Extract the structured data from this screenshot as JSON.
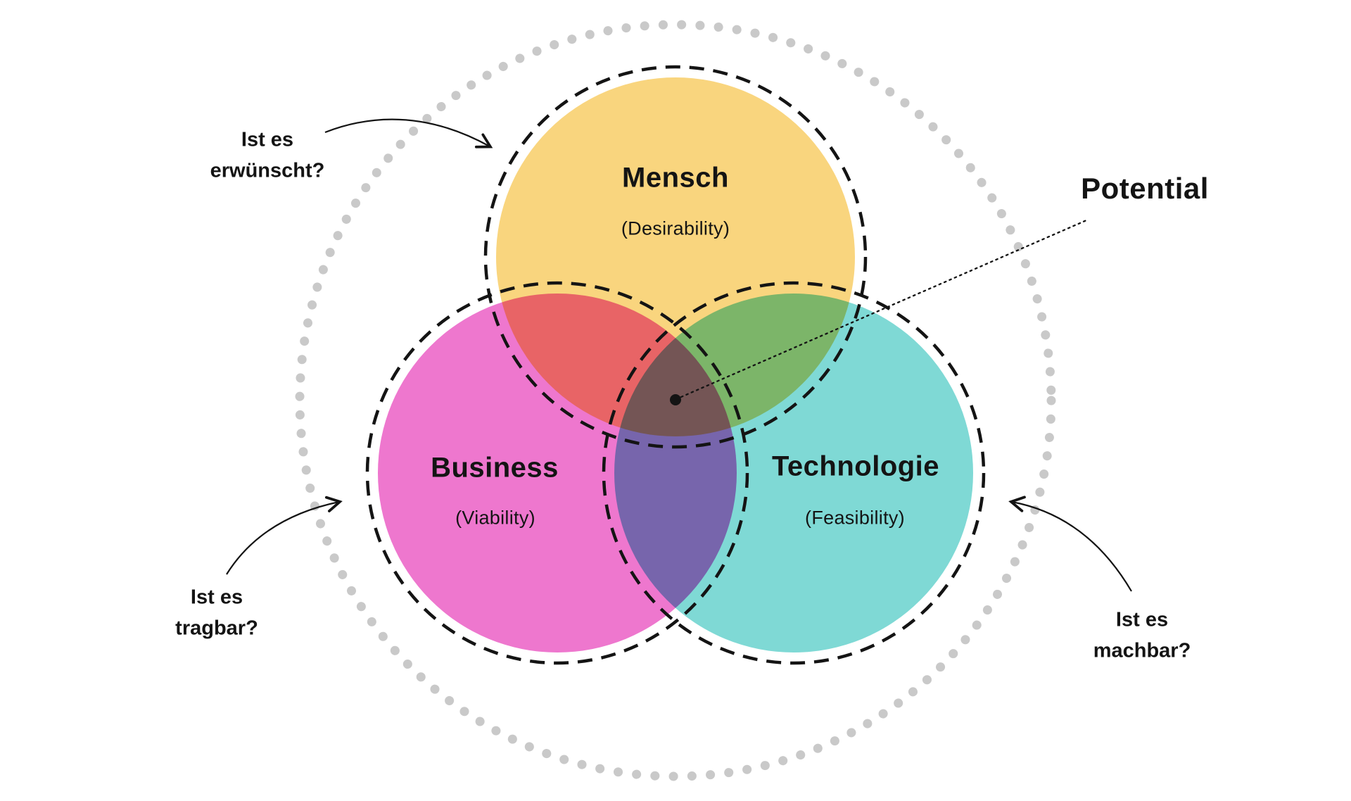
{
  "diagram": {
    "potential_label": "Potential",
    "circles": [
      {
        "name": "Mensch",
        "subtitle": "(Desirability)",
        "color": "#F9D57E"
      },
      {
        "name": "Business",
        "subtitle": "(Viability)",
        "color": "#EE77CE"
      },
      {
        "name": "Technologie",
        "subtitle": "(Feasibility)",
        "color": "#7FD9D5"
      }
    ],
    "questions": [
      {
        "line1": "Ist es",
        "line2": "erwünscht?"
      },
      {
        "line1": "Ist es",
        "line2": "tragbar?"
      },
      {
        "line1": "Ist es",
        "line2": "machbar?"
      }
    ],
    "colors": {
      "outer_dots": "#C9C9C9",
      "stroke": "#141414",
      "text": "#141414",
      "background": "#FFFFFF"
    }
  }
}
